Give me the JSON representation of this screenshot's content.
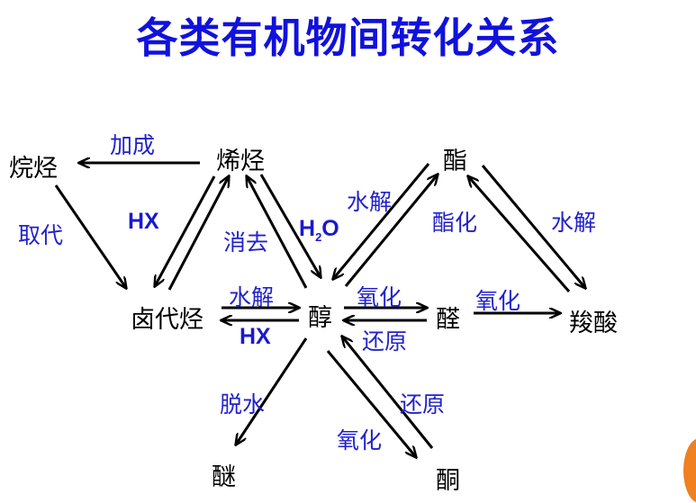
{
  "title": "各类有机物间转化关系",
  "nodes": {
    "alkane": "烷烃",
    "alkene": "烯烃",
    "haloalkane": "卤代烃",
    "alcohol": "醇",
    "ether": "醚",
    "ester": "酯",
    "aldehyde": "醛",
    "ketone": "酮",
    "carboxylic_acid": "羧酸"
  },
  "labels": {
    "addition": "加成",
    "substitution": "取代",
    "hx_left": "HX",
    "elimination": "消去",
    "h2o_main": "H",
    "h2o_sub": "2",
    "h2o_tail": "O",
    "hydrolysis_halo": "水解",
    "hx_bottom": "HX",
    "hydrolysis_ester_left": "水解",
    "esterification": "酯化",
    "hydrolysis_ester_right": "水解",
    "oxidation_aldehyde": "氧化",
    "reduction_aldehyde": "还原",
    "oxidation_acid": "氧化",
    "dehydration": "脱水",
    "reduction_ketone": "还原",
    "oxidation_ketone": "氧化"
  },
  "colors": {
    "title": "#1111dd",
    "label": "#2222cc",
    "arrow": "#000000",
    "corner_accent": "#f08020"
  }
}
